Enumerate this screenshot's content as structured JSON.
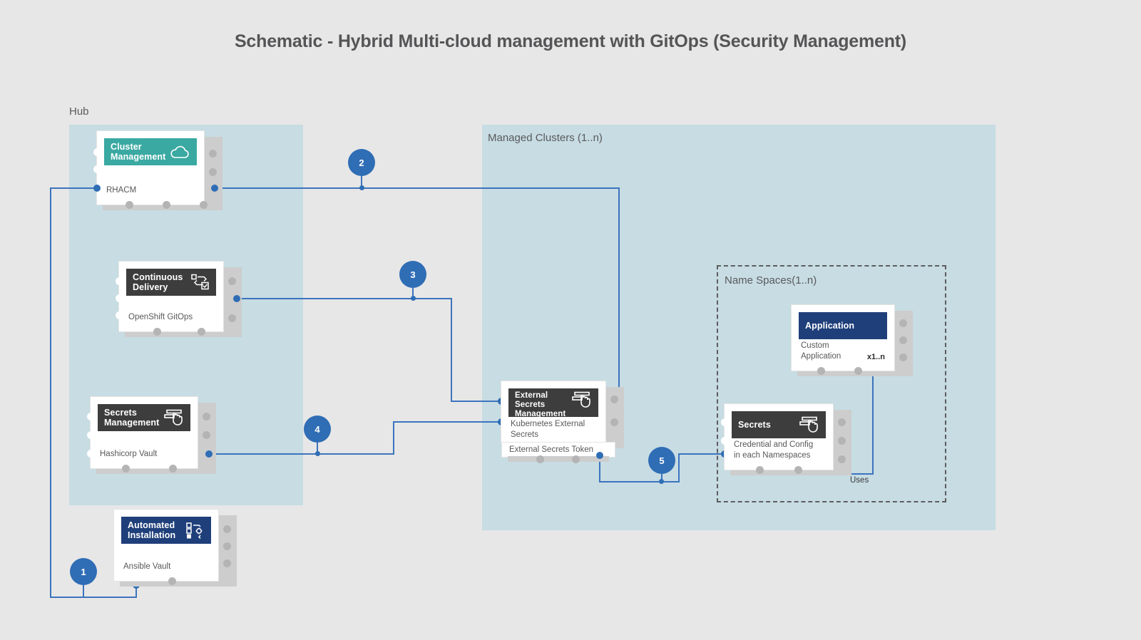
{
  "title": "Schematic - Hybrid Multi-cloud management with GitOps (Security Management)",
  "colors": {
    "background": "#e7e7e7",
    "region": "#c7dce3",
    "connector": "#3c74bd",
    "badge": "#2f6db5",
    "header_teal": "#3aa9a2",
    "header_dark": "#3d3d3d",
    "header_navy": "#1f3f7a"
  },
  "regions": [
    {
      "name": "hub",
      "label": "Hub"
    },
    {
      "name": "managed-clusters",
      "label": "Managed Clusters (1..n)"
    },
    {
      "name": "name-spaces",
      "label": "Name Spaces(1..n)"
    }
  ],
  "cards": [
    {
      "name": "cluster-management",
      "header": "Cluster\nManagement",
      "icon": "cloud-icon",
      "footer": "RHACM",
      "qty": "",
      "header_style": "teal"
    },
    {
      "name": "continuous-delivery",
      "header": "Continuous\nDelivery",
      "icon": "cicd-loop-icon",
      "footer": "OpenShift GitOps",
      "qty": "",
      "header_style": "dark"
    },
    {
      "name": "secrets-management",
      "header": "Secrets\nManagement",
      "icon": "hand-form-icon",
      "footer": "Hashicorp Vault",
      "qty": "",
      "header_style": "dark"
    },
    {
      "name": "automated-installation",
      "header": "Automated\nInstallation",
      "icon": "automation-gear-icon",
      "footer": "Ansible Vault",
      "qty": "",
      "header_style": "navy"
    },
    {
      "name": "external-secrets-management",
      "header": "External\nSecrets\nManagement",
      "icon": "hand-form-icon",
      "footer": "Kubernetes External\nSecrets",
      "qty": "",
      "header_style": "dark"
    },
    {
      "name": "application",
      "header": "Application",
      "icon": "",
      "footer": "Custom Application",
      "qty": "x1..n",
      "header_style": "navy"
    },
    {
      "name": "secrets",
      "header": "Secrets",
      "icon": "hand-form-icon",
      "footer": "Credential and Config\nin each Namespaces",
      "qty": "",
      "header_style": "dark"
    }
  ],
  "strips": [
    {
      "name": "external-secrets-token",
      "label": "External Secrets Token"
    }
  ],
  "badges": [
    {
      "name": "step-badge-1",
      "label": "1"
    },
    {
      "name": "step-badge-2",
      "label": "2"
    },
    {
      "name": "step-badge-3",
      "label": "3"
    },
    {
      "name": "step-badge-4",
      "label": "4"
    },
    {
      "name": "step-badge-5",
      "label": "5"
    }
  ],
  "edge_labels": [
    {
      "name": "uses-label",
      "label": "Uses"
    }
  ]
}
